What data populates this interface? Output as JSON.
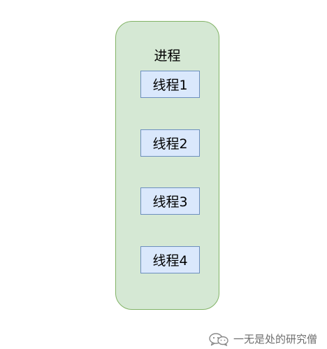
{
  "diagram": {
    "process": {
      "label": "进程",
      "fill_color": "#d5e8d4",
      "border_color": "#82b366"
    },
    "threads": [
      {
        "label": "线程1"
      },
      {
        "label": "线程2"
      },
      {
        "label": "线程3"
      },
      {
        "label": "线程4"
      }
    ],
    "thread_fill_color": "#dae8fc",
    "thread_border_color": "#6c8ebf"
  },
  "watermark": {
    "icon": "wechat-icon",
    "text": "一无是处的研究僧"
  }
}
